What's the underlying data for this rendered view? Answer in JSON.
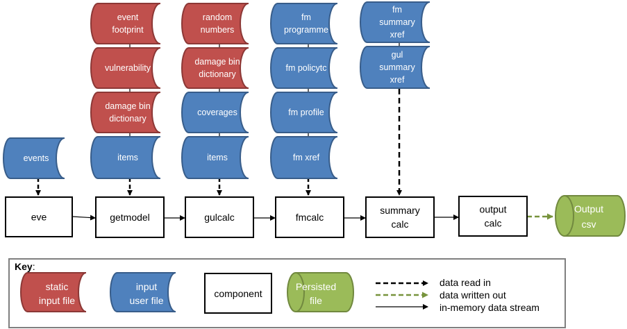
{
  "colors": {
    "static_fill": "#C0504D",
    "static_stroke": "#8C3836",
    "user_fill": "#4F81BD",
    "user_stroke": "#385D8A",
    "persisted_fill": "#9BBB59",
    "persisted_stroke": "#71893F",
    "dashed_green": "#77933C"
  },
  "files": {
    "events": [
      "events"
    ],
    "event_footprint": [
      "event",
      "footprint"
    ],
    "vulnerability": [
      "vulnerability"
    ],
    "damage_bin_dictionary_1": [
      "damage bin",
      "dictionary"
    ],
    "items_1": [
      "items"
    ],
    "random_numbers": [
      "random",
      "numbers"
    ],
    "damage_bin_dictionary_2": [
      "damage bin",
      "dictionary"
    ],
    "coverages": [
      "coverages"
    ],
    "items_2": [
      "items"
    ],
    "fm_programme": [
      "fm",
      "programme"
    ],
    "fm_policytc": [
      "fm policytc"
    ],
    "fm_profile": [
      "fm profile"
    ],
    "fm_xref": [
      "fm xref"
    ],
    "fm_summary_xref": [
      "fm",
      "summary",
      "xref"
    ],
    "gul_summary_xref": [
      "gul",
      "summary",
      "xref"
    ]
  },
  "components": {
    "eve": [
      "eve"
    ],
    "getmodel": [
      "getmodel"
    ],
    "gulcalc": [
      "gulcalc"
    ],
    "fmcalc": [
      "fmcalc"
    ],
    "summary_calc": [
      "summary",
      "calc"
    ],
    "output_calc": [
      "output",
      "calc"
    ]
  },
  "output_csv": [
    "Output",
    "csv"
  ],
  "key": {
    "title": "Key",
    "title_colon": ":",
    "static_input_file": [
      "static",
      "input file"
    ],
    "input_user_file": [
      "input",
      "user file"
    ],
    "component": "component",
    "persisted_file": [
      "Persisted",
      "file"
    ],
    "data_read_in": "data read in",
    "data_written_out": "data written out",
    "in_memory_data_stream": "in-memory data stream"
  }
}
